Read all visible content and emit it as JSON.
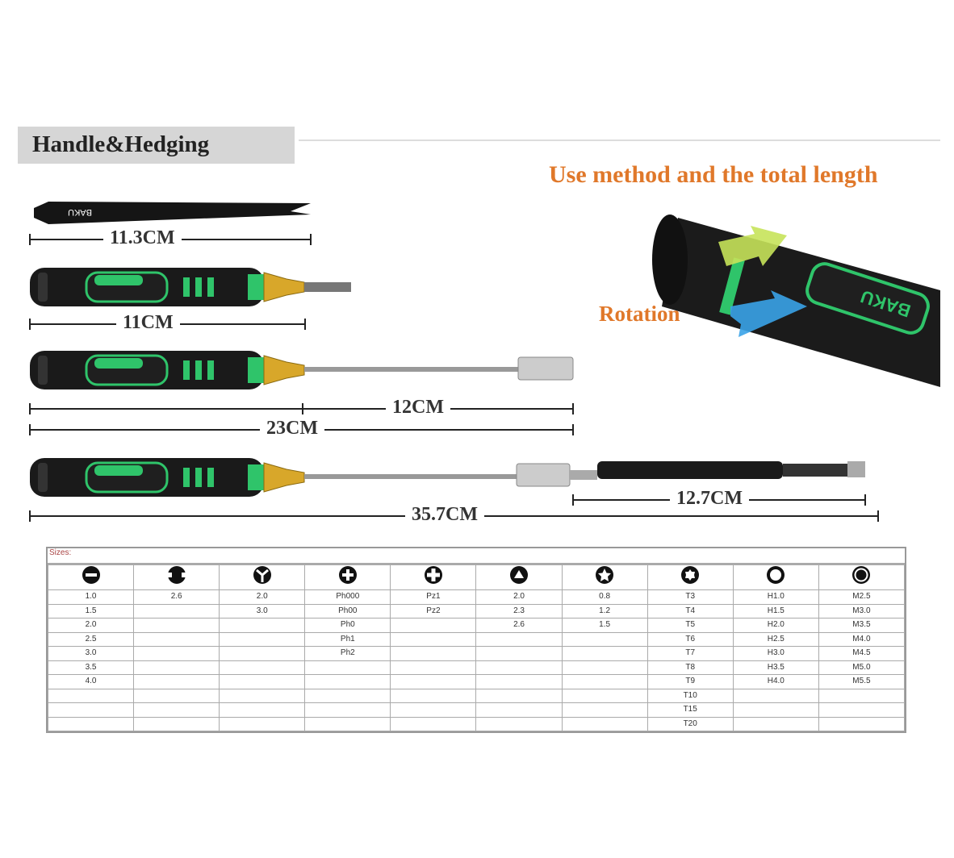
{
  "header": {
    "title": "Handle&Hedging",
    "subtitle": "Use method and the total length",
    "rotation_label": "Rotation"
  },
  "brand": "BAKU",
  "colors": {
    "accent": "#e0782a",
    "handle_green": "#2fc46a",
    "handle_black": "#1a1a1a",
    "brass": "#d8a72a"
  },
  "dimensions": {
    "tweezers": "11.3CM",
    "screwdriver": "11CM",
    "extension": "12CM",
    "with_extension": "23CM",
    "flex_shaft": "12.7CM",
    "with_flex_shaft": "35.7CM"
  },
  "sizes_table": {
    "label": "Sizes:",
    "columns": [
      {
        "icon": "slotted-icon",
        "values": [
          "1.0",
          "1.5",
          "2.0",
          "2.5",
          "3.0",
          "3.5",
          "4.0"
        ]
      },
      {
        "icon": "u-shape-icon",
        "values": [
          "2.6"
        ]
      },
      {
        "icon": "tri-wing-icon",
        "values": [
          "2.0",
          "3.0"
        ]
      },
      {
        "icon": "phillips-icon",
        "values": [
          "Ph000",
          "Ph00",
          "Ph0",
          "Ph1",
          "Ph2"
        ]
      },
      {
        "icon": "pozidriv-icon",
        "values": [
          "Pz1",
          "Pz2"
        ]
      },
      {
        "icon": "triangle-icon",
        "values": [
          "2.0",
          "2.3",
          "2.6"
        ]
      },
      {
        "icon": "pentalobe-icon",
        "values": [
          "0.8",
          "1.2",
          "1.5"
        ]
      },
      {
        "icon": "torx-icon",
        "values": [
          "T3",
          "T4",
          "T5",
          "T6",
          "T7",
          "T8",
          "T9",
          "T10",
          "T15",
          "T20"
        ]
      },
      {
        "icon": "hex-icon",
        "values": [
          "H1.0",
          "H1.5",
          "H2.0",
          "H2.5",
          "H3.0",
          "H3.5",
          "H4.0"
        ]
      },
      {
        "icon": "socket-icon",
        "values": [
          "M2.5",
          "M3.0",
          "M3.5",
          "M4.0",
          "M4.5",
          "M5.0",
          "M5.5"
        ]
      }
    ]
  }
}
